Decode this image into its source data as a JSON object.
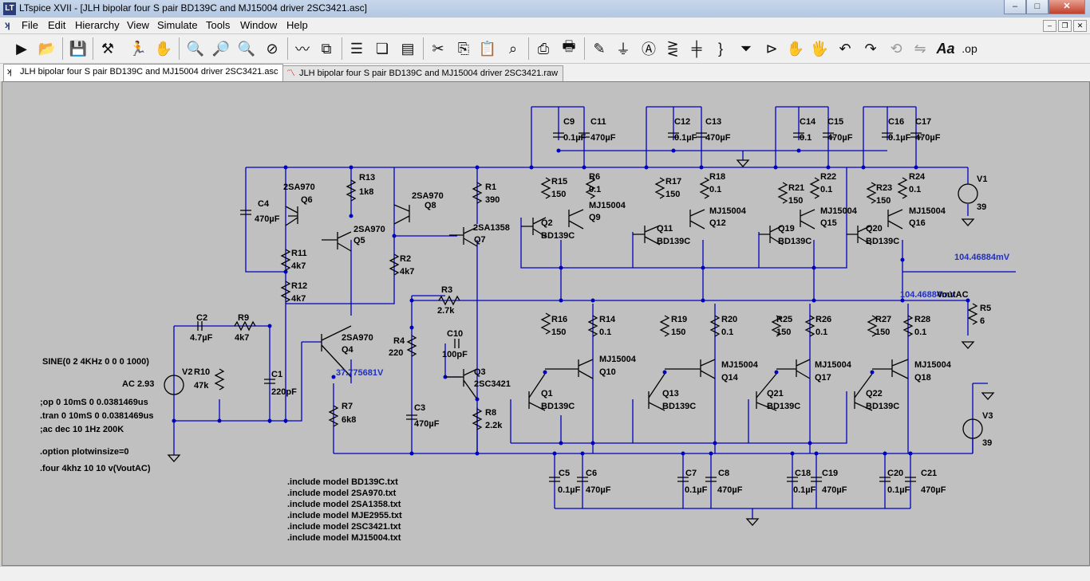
{
  "window": {
    "title": "LTspice XVII - [JLH bipolar four S pair BD139C and  MJ15004 driver 2SC3421.asc]",
    "app_icon": "LT",
    "min": "–",
    "max": "□",
    "close": "✕"
  },
  "menu": [
    "File",
    "Edit",
    "Hierarchy",
    "View",
    "Simulate",
    "Tools",
    "Window",
    "Help"
  ],
  "tabs": [
    {
      "label": "JLH bipolar four S pair BD139C and  MJ15004 driver 2SC3421.asc",
      "icon": "schematic-icon"
    },
    {
      "label": "JLH bipolar four S pair BD139C and  MJ15004 driver 2SC3421.raw",
      "icon": "waveform-icon"
    }
  ],
  "toolbar_icons": [
    "run-icon",
    "open-icon",
    "save-icon",
    "control-panel-icon",
    "halt-icon",
    "pan-icon",
    "zoom-in-icon",
    "zoom-fit-icon",
    "zoom-out-icon",
    "zoom-cancel-icon",
    "waveform-icon",
    "autorange-icon",
    "tile-horizontal-icon",
    "cascade-icon",
    "tile-vertical-icon",
    "cut-icon",
    "copy-icon",
    "paste-icon",
    "find-icon",
    "print-setup-icon",
    "print-icon",
    "draw-wire-icon",
    "ground-icon",
    "label-net-icon",
    "resistor-icon",
    "capacitor-icon",
    "inductor-icon",
    "diode-icon",
    "component-icon",
    "move-icon",
    "drag-icon",
    "undo-icon",
    "redo-icon",
    "rotate-icon",
    "mirror-icon",
    "text-icon",
    "spice-directive-icon"
  ],
  "directives": {
    "sine": "SINE(0 2 4KHz 0 0 0 1000)",
    "ac": "AC 2.93",
    "op": ";op 0 10mS 0 0.0381469us",
    "tran": ".tran 0 10mS 0 0.0381469us",
    "acdec": ";ac dec 10 1Hz 200K",
    "option": ".option plotwinsize=0",
    "four": ".four 4khz 10 10 v(VoutAC)",
    "includes": [
      ".include model BD139C.txt",
      ".include model 2SA970.txt",
      ".include model 2SA1358.txt",
      ".include model MJE2955.txt",
      ".include model 2SC3421.txt",
      ".include model MJ15004.txt"
    ]
  },
  "nets": {
    "node_q4": "37.775681V",
    "node_out_top": "104.46884mV",
    "node_out_ac": "104.46884mV",
    "vout_label": "VoutAC"
  },
  "labels": {
    "C9": "C9",
    "C9v": "0.1µF",
    "C11": "C11",
    "C11v": "470µF",
    "C12": "C12",
    "C12v": "0.1µF",
    "C13": "C13",
    "C13v": "470µF",
    "C14": "C14",
    "C14v": "0.1",
    "C15": "C15",
    "C15v": "470µF",
    "C16": "C16",
    "C16v": "0.1µF",
    "C17": "C17",
    "C17v": "470µF",
    "R13": "R13",
    "R13v": "1k8",
    "R1": "R1",
    "R1v": "390",
    "R15": "R15",
    "R15v": "150",
    "R6": "R6",
    "R6v": "0.1",
    "R17": "R17",
    "R17v": "150",
    "R18": "R18",
    "R18v": "0.1",
    "R21": "R21",
    "R21v": "150",
    "R22": "R22",
    "R22v": "0.1",
    "R23": "R23",
    "R23v": "150",
    "R24": "R24",
    "R24v": "0.1",
    "V1": "V1",
    "V1v": "39",
    "C4": "C4",
    "C4v": "470µF",
    "Q6a": "2SA970",
    "Q6": "Q6",
    "Q8a": "2SA970",
    "Q8": "Q8",
    "Q5a": "2SA970",
    "Q5": "Q5",
    "Q7a": "2SA1358",
    "Q7": "Q7",
    "Q2": "Q2",
    "Q2a": "BD139C",
    "Q9a": "MJ15004",
    "Q9": "Q9",
    "Q11": "Q11",
    "Q11a": "BD139C",
    "Q12a": "MJ15004",
    "Q12": "Q12",
    "Q19": "Q19",
    "Q19a": "BD139C",
    "Q15a": "MJ15004",
    "Q15": "Q15",
    "Q20": "Q20",
    "Q20a": "BD139C",
    "Q16a": "MJ15004",
    "Q16": "Q16",
    "R11": "R11",
    "R11v": "4k7",
    "R12": "R12",
    "R12v": "4k7",
    "R2": "R2",
    "R2v": "4k7",
    "R3": "R3",
    "R3v": "2.7k",
    "R5": "R5",
    "R5v": "6",
    "C2": "C2",
    "C2v": "4.7µF",
    "R9": "R9",
    "R9v": "4k7",
    "Q4a": "2SA970",
    "Q4": "Q4",
    "R4": "R4",
    "R4v": "220",
    "C10": "C10",
    "C10v": "100pF",
    "R16": "R16",
    "R16v": "150",
    "R14": "R14",
    "R14v": "0.1",
    "R19": "R19",
    "R19v": "150",
    "R20": "R20",
    "R20v": "0.1",
    "R25": "R25",
    "R25v": "150",
    "R26": "R26",
    "R26v": "0.1",
    "R27": "R27",
    "R27v": "150",
    "R28": "R28",
    "R28v": "0.1",
    "V2": "V2",
    "R10": "R10",
    "R10v": "47k",
    "C1": "C1",
    "C1v": "220pF",
    "Q3": "Q3",
    "Q3a": "2SC3421",
    "Q10a": "MJ15004",
    "Q10": "Q10",
    "Q14a": "MJ15004",
    "Q14": "Q14",
    "Q17a": "MJ15004",
    "Q17": "Q17",
    "Q18a": "MJ15004",
    "Q18": "Q18",
    "Q1": "Q1",
    "Q1a": "BD139C",
    "Q13": "Q13",
    "Q13a": "BD139C",
    "Q21": "Q21",
    "Q21a": "BD139C",
    "Q22": "Q22",
    "Q22a": "BD139C",
    "R7": "R7",
    "R7v": "6k8",
    "C3": "C3",
    "C3v": "470µF",
    "R8": "R8",
    "R8v": "2.2k",
    "V3": "V3",
    "V3v": "39",
    "C5": "C5",
    "C5v": "0.1µF",
    "C6": "C6",
    "C6v": "470µF",
    "C7": "C7",
    "C7v": "0.1µF",
    "C8": "C8",
    "C8v": "470µF",
    "C18": "C18",
    "C18v": "0.1µF",
    "C19": "C19",
    "C19v": "470µF",
    "C20": "C20",
    "C20v": "0.1µF",
    "C21": "C21",
    "C21v": "470µF"
  }
}
